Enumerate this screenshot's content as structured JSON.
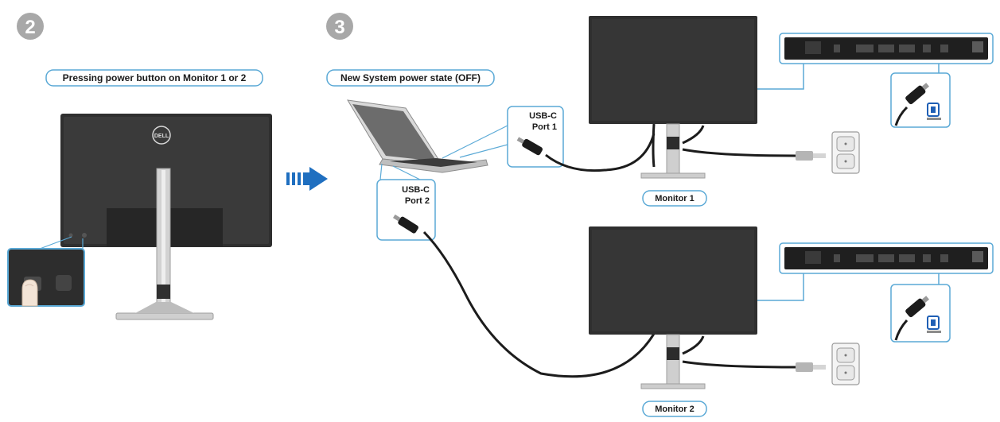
{
  "steps": {
    "left_number": "2",
    "right_number": "3"
  },
  "captions": {
    "pressing_power": "Pressing power button on Monitor 1 or 2",
    "new_power_state": "New System power state (OFF)"
  },
  "ports": {
    "port1_line1": "USB-C",
    "port1_line2": "Port 1",
    "port2_line1": "USB-C",
    "port2_line2": "Port 2"
  },
  "monitors": {
    "monitor1_label": "Monitor 1",
    "monitor2_label": "Monitor 2"
  },
  "brand": {
    "logo_text": "DELL"
  },
  "icons": {
    "arrow": "right-arrow-icon",
    "displayport": "displayport-icon",
    "outlet": "wall-outlet-icon"
  },
  "colors": {
    "accent_blue": "#5aa9d6",
    "arrow_blue": "#1f6fc0",
    "monitor_dark": "#2f2f2f",
    "step_circle": "#a8a8a8"
  }
}
